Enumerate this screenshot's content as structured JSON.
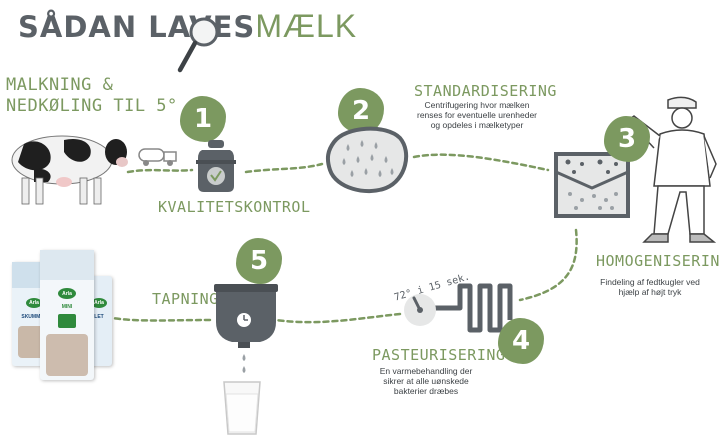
{
  "title": {
    "main": "SÅDAN LAVES",
    "accent": "MÆLK"
  },
  "steps": {
    "milking": {
      "label_line1": "MALKNING &",
      "label_line2": "NEDKØLING TIL 5°"
    },
    "step1": {
      "number": "1",
      "label": "KVALITETSKONTROL"
    },
    "step2": {
      "number": "2",
      "label": "STANDARDISERING",
      "desc_line1": "Centrifugering hvor mælken",
      "desc_line2": "renses for eventuelle urenheder",
      "desc_line3": "og opdeles i mælketyper"
    },
    "step3": {
      "number": "3",
      "label": "HOMOGENISERING",
      "desc_line1": "Findeling af fedtkugler ved",
      "desc_line2": "hjælp af højt tryk"
    },
    "step4": {
      "number": "4",
      "label": "PASTEURISERING",
      "temp": "72° i 15 sek.",
      "desc_line1": "En varmebehandling der",
      "desc_line2": "sikrer at alle uønskede",
      "desc_line3": "bakterier dræbes"
    },
    "step5": {
      "number": "5",
      "label": "TAPNING"
    }
  },
  "cartons": {
    "left": {
      "brand": "Arla",
      "product": "SKUMMET"
    },
    "middle": {
      "brand": "Arla",
      "product": "MINI"
    },
    "right": {
      "brand": "Arla",
      "product": "LET"
    }
  },
  "colors": {
    "green": "#7c9960",
    "gray": "#5b6167",
    "line": "#7c9960"
  }
}
